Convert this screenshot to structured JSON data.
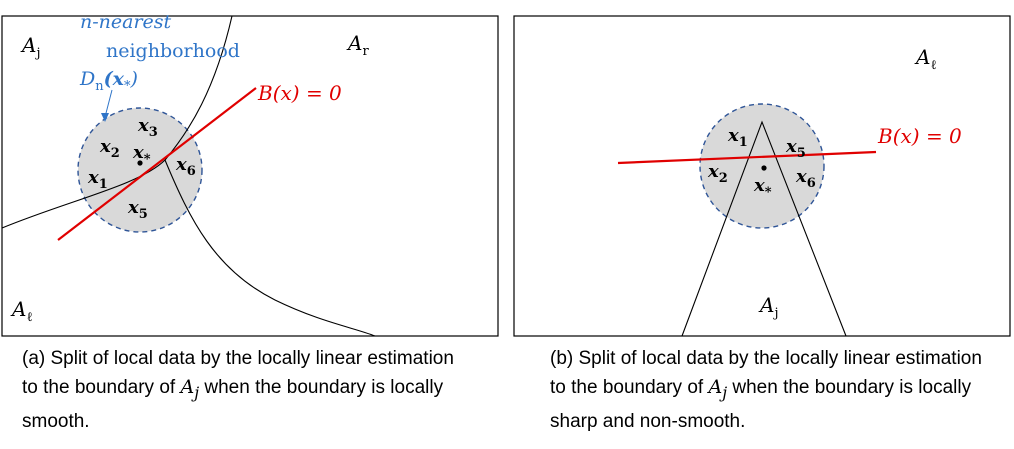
{
  "panel_a": {
    "label_aj": "A",
    "label_aj_sub": "j",
    "label_ar": "A",
    "label_ar_sub": "r",
    "label_al": "A",
    "label_al_sub": "ℓ",
    "nearest_line1": "n-nearest",
    "nearest_line2": "neighborhood",
    "nearest_line3": "D",
    "nearest_line3_sub": "n",
    "nearest_line3_arg": "(x",
    "nearest_line3_arg_sub": "*",
    "nearest_line3_close": ")",
    "boundary": "B(x) = 0",
    "points": [
      {
        "name": "x",
        "sub": "1"
      },
      {
        "name": "x",
        "sub": "2"
      },
      {
        "name": "x",
        "sub": "3"
      },
      {
        "name": "x",
        "sub": "5"
      },
      {
        "name": "x",
        "sub": "6"
      },
      {
        "name": "x",
        "sub": "*"
      }
    ]
  },
  "panel_b": {
    "label_al": "A",
    "label_al_sub": "ℓ",
    "label_aj": "A",
    "label_aj_sub": "j",
    "boundary": "B(x) = 0",
    "points": [
      {
        "name": "x",
        "sub": "1"
      },
      {
        "name": "x",
        "sub": "2"
      },
      {
        "name": "x",
        "sub": "5"
      },
      {
        "name": "x",
        "sub": "6"
      },
      {
        "name": "x",
        "sub": "*"
      }
    ]
  },
  "captions": {
    "a_prefix": "(a) Split of local data by the locally linear estimation to the boundary of ",
    "a_math": "A",
    "a_math_sub": "j",
    "a_suffix": " when the boundary is locally smooth.",
    "b_prefix": "(b) Split of local data by the locally linear estimation to the boundary of ",
    "b_math": "A",
    "b_math_sub": "j",
    "b_suffix": " when the boundary is locally sharp and non-smooth."
  }
}
